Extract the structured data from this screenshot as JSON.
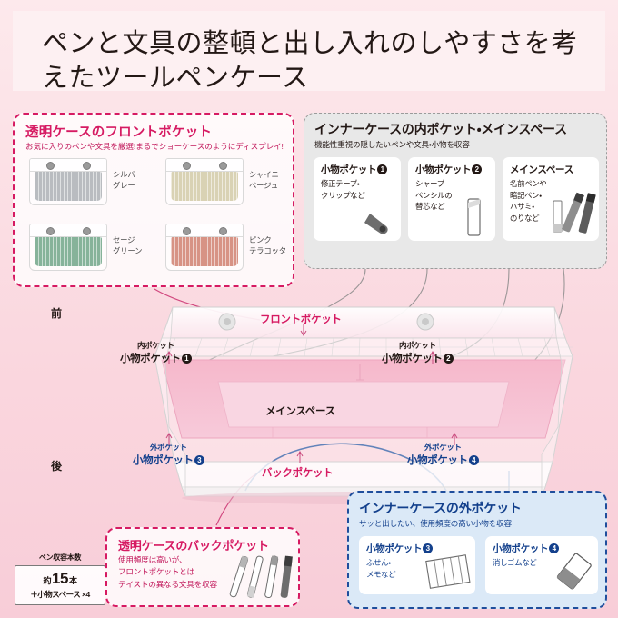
{
  "title": "ペンと文具の整頓と出し入れのしやすさを考えたツールペンケース",
  "front_panel": {
    "heading": "透明ケースのフロントポケット",
    "subtitle": "お気に入りのペンや文具を厳選!まるでショーケースのようにディスプレイ!",
    "colors": [
      {
        "name": "シルバーグレー",
        "line1": "シルバー",
        "line2": "グレー",
        "hex": "#b9bcc0"
      },
      {
        "name": "シャイニーベージュ",
        "line1": "シャイニー",
        "line2": "ベージュ",
        "hex": "#d9d2b4"
      },
      {
        "name": "セージグリーン",
        "line1": "セージ",
        "line2": "グリーン",
        "hex": "#86b39a"
      },
      {
        "name": "ピンクテラコッタ",
        "line1": "ピンク",
        "line2": "テラコッタ",
        "hex": "#d79385"
      }
    ]
  },
  "inner_panel": {
    "heading": "インナーケースの内ポケット・メインスペース",
    "subtitle": "機能性重視の隠したいペンや文具・小物を収容",
    "cards": [
      {
        "title": "小物ポケット",
        "num": "❶",
        "body_l1": "修正テープ・",
        "body_l2": "クリップなど",
        "icon": "correction-tape-icon"
      },
      {
        "title": "小物ポケット",
        "num": "❷",
        "body_l1": "シャープ",
        "body_l2": "ペンシルの",
        "body_l3": "替芯など",
        "icon": "lead-refill-icon"
      },
      {
        "title": "メインスペース",
        "num": "",
        "body_l1": "名前ペンや",
        "body_l2": "暗記ペン・",
        "body_l3": "ハサミ・",
        "body_l4": "のりなど",
        "icon": "pens-icon"
      }
    ]
  },
  "outer_panel": {
    "heading": "インナーケースの外ポケット",
    "subtitle": "サッと出したい、使用頻度の高い小物を収容",
    "cards": [
      {
        "title": "小物ポケット",
        "num": "❸",
        "body_l1": "ふせん・",
        "body_l2": "メモなど",
        "icon": "sticky-notes-icon"
      },
      {
        "title": "小物ポケット",
        "num": "❹",
        "body_l1": "消しゴムなど",
        "icon": "eraser-icon"
      }
    ]
  },
  "back_panel": {
    "heading": "透明ケースのバックポケット",
    "body_l1": "使用頻度は高いが、",
    "body_l2": "フロントポケットとは",
    "body_l3": "テイストの異なる文具を収容"
  },
  "diagram": {
    "front_side": "前",
    "back_side": "後",
    "front_pocket": "フロントポケット",
    "back_pocket": "バックポケット",
    "main_space": "メインスペース",
    "inner_small": "内ポケット",
    "outer_small": "外ポケット",
    "pocket1": "小物ポケット",
    "pocket1_num": "❶",
    "pocket2": "小物ポケット",
    "pocket2_num": "❷",
    "pocket3": "小物ポケット",
    "pocket3_num": "❸",
    "pocket4": "小物ポケット",
    "pocket4_num": "❹"
  },
  "capacity": {
    "heading": "ペン収容本数",
    "approx": "約",
    "count": "15",
    "unit": "本",
    "extra": "＋小物スペース ×4"
  },
  "colors": {
    "crimson": "#d61a62",
    "navy": "#13408c",
    "ink": "#231815",
    "bg_pink": "#fbdde3",
    "panel_gray": "#e8e8e8",
    "panel_blue": "#dbe9f7"
  }
}
